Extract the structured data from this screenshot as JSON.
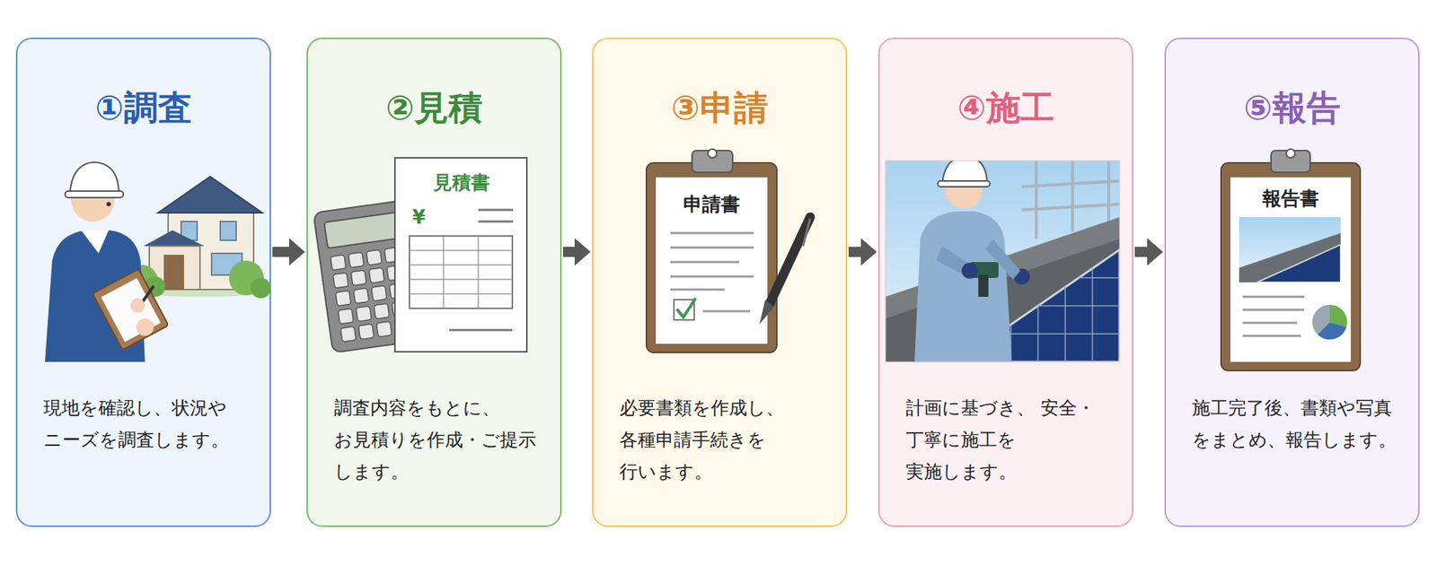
{
  "diagram": {
    "nodes": [
      {
        "text": [
          "①調査",
          "現地を確認し、状況や ニーズを調査します。"
        ]
      },
      {
        "text": [
          "②見積",
          "調査内容をもとに、 お見積りを作成・ご提示 します。"
        ]
      },
      {
        "text": [
          "③申請",
          "必要書類を作成し、 各種申請手続きを 行います。"
        ]
      },
      {
        "text": [
          "④施工",
          "計画に基づき、 安全・丁寧に施工を 実施します。"
        ]
      },
      {
        "text": [
          "⑤報告",
          "施工完了後、書類や写真 をまとめ、報告します。"
        ]
      }
    ],
    "edges": [
      {
        "from": 0,
        "to": 1,
        "arrow": "to"
      },
      {
        "from": 1,
        "to": 2,
        "arrow": "to"
      },
      {
        "from": 2,
        "to": 3,
        "arrow": "to"
      },
      {
        "from": 3,
        "to": 4,
        "arrow": "to"
      }
    ],
    "labels": [
      "見積書",
      "¥",
      "申請書",
      "報告書"
    ]
  }
}
